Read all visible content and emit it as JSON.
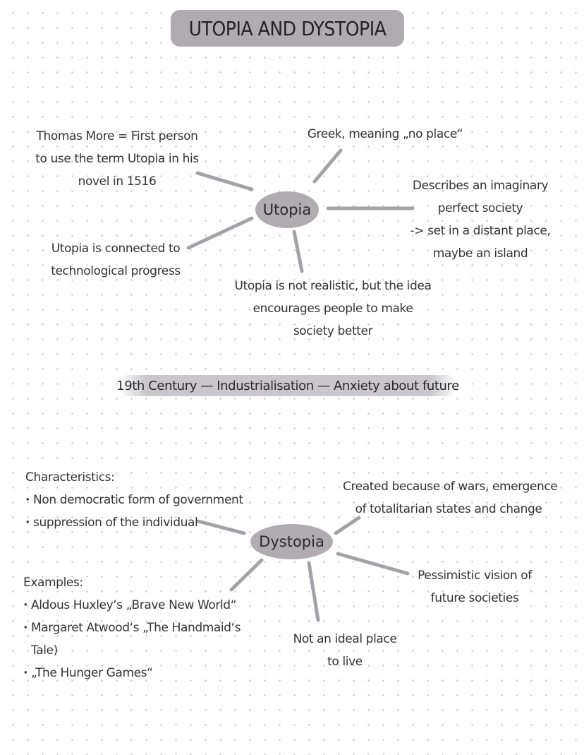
{
  "title": "UTOPIA AND DYSTOPIA",
  "utopia": {
    "hub": "Utopia",
    "notes": {
      "thomas_more": [
        "Thomas More = First person",
        "to use the term Utopia in his",
        "novel in 1516"
      ],
      "greek": [
        "Greek, meaning „no place“"
      ],
      "describes": [
        "Describes an imaginary",
        "perfect society",
        "-> set in a distant place,",
        "maybe an island"
      ],
      "tech": [
        "Utopia is connected to",
        "technological progress"
      ],
      "realistic": [
        "Utopia is not realistic, but the idea",
        "encourages people to make",
        "society better"
      ]
    }
  },
  "timeline": "19th Century — Industrialisation — Anxiety about future",
  "dystopia": {
    "hub": "Dystopia",
    "characteristics": {
      "heading": "Characteristics:",
      "items": [
        "Non democratic form of government",
        "suppression of the individual"
      ]
    },
    "created": [
      "Created because of wars, emergence",
      "of totalitarian states and change"
    ],
    "pessimistic": [
      "Pessimistic vision of",
      "future societies"
    ],
    "examples": {
      "heading": "Examples:",
      "items": [
        "Aldous Huxley‘s „Brave New World“",
        "Margaret Atwood‘s „The Handmaid‘s",
        "„The Hunger Games“"
      ],
      "continuation": "Tale)"
    },
    "ideal": [
      "Not an ideal place",
      "to live"
    ]
  },
  "colors": {
    "hub_fill": "#b0acb2",
    "title_fill": "#afabb1",
    "connector": "#a4a2a6",
    "timeline_highlight": "#c9c7cb",
    "text": "#2e2e2e"
  }
}
